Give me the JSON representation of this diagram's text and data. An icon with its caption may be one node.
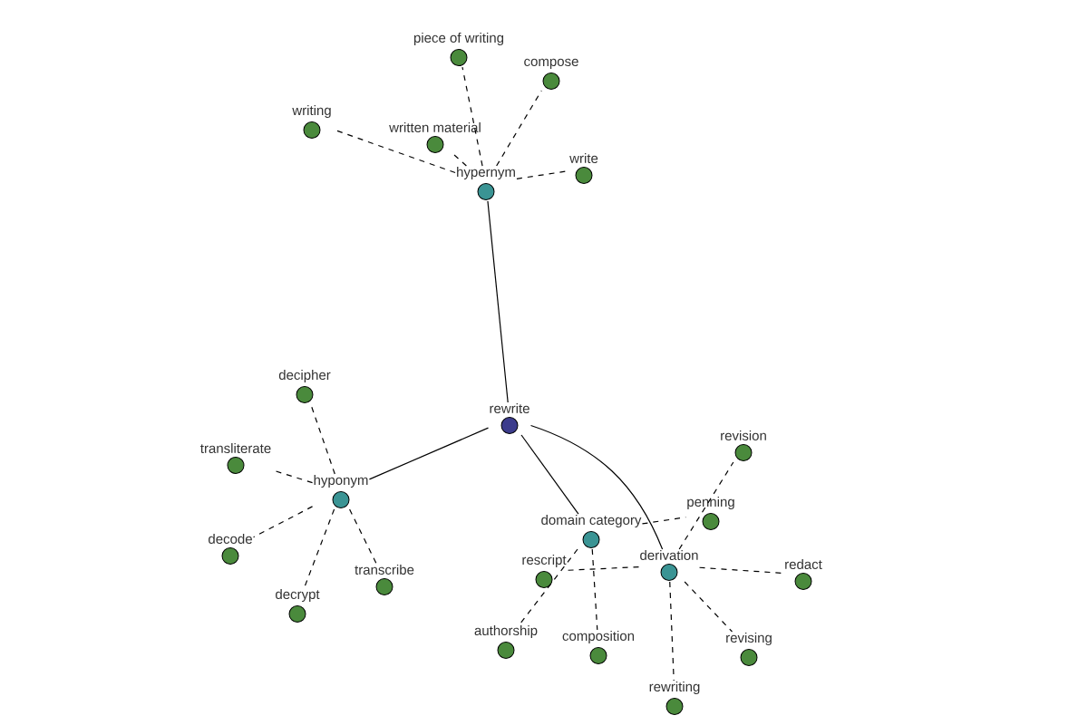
{
  "diagram": {
    "nodes": [
      {
        "text": [
          "rewrite"
        ]
      },
      {
        "text": [
          "hypernym"
        ]
      },
      {
        "text": [
          "piece of writing"
        ]
      },
      {
        "text": [
          "compose"
        ]
      },
      {
        "text": [
          "writing"
        ]
      },
      {
        "text": [
          "written material"
        ]
      },
      {
        "text": [
          "write"
        ]
      },
      {
        "text": [
          "hyponym"
        ]
      },
      {
        "text": [
          "decipher"
        ]
      },
      {
        "text": [
          "transliterate"
        ]
      },
      {
        "text": [
          "decode"
        ]
      },
      {
        "text": [
          "decrypt"
        ]
      },
      {
        "text": [
          "transcribe"
        ]
      },
      {
        "text": [
          "domain category"
        ]
      },
      {
        "text": [
          "derivation"
        ]
      },
      {
        "text": [
          "revision"
        ]
      },
      {
        "text": [
          "penning"
        ]
      },
      {
        "text": [
          "rescript"
        ]
      },
      {
        "text": [
          "authorship"
        ]
      },
      {
        "text": [
          "composition"
        ]
      },
      {
        "text": [
          "redact"
        ]
      },
      {
        "text": [
          "revising"
        ]
      },
      {
        "text": [
          "rewriting"
        ]
      }
    ],
    "edges": [
      {
        "from": 0,
        "to": 1,
        "arrow": "none"
      },
      {
        "from": 0,
        "to": 7,
        "arrow": "none"
      },
      {
        "from": 0,
        "to": 13,
        "arrow": "none"
      },
      {
        "from": 0,
        "to": 14,
        "arrow": "none"
      },
      {
        "from": 1,
        "to": 2,
        "arrow": "none",
        "style": "dashed"
      },
      {
        "from": 1,
        "to": 3,
        "arrow": "none",
        "style": "dashed"
      },
      {
        "from": 1,
        "to": 4,
        "arrow": "none",
        "style": "dashed"
      },
      {
        "from": 1,
        "to": 5,
        "arrow": "none",
        "style": "dashed"
      },
      {
        "from": 1,
        "to": 6,
        "arrow": "none",
        "style": "dashed"
      },
      {
        "from": 7,
        "to": 8,
        "arrow": "none",
        "style": "dashed"
      },
      {
        "from": 7,
        "to": 9,
        "arrow": "none",
        "style": "dashed"
      },
      {
        "from": 7,
        "to": 10,
        "arrow": "none",
        "style": "dashed"
      },
      {
        "from": 7,
        "to": 11,
        "arrow": "none",
        "style": "dashed"
      },
      {
        "from": 7,
        "to": 12,
        "arrow": "none",
        "style": "dashed"
      },
      {
        "from": 13,
        "to": 16,
        "arrow": "none",
        "style": "dashed"
      },
      {
        "from": 13,
        "to": 18,
        "arrow": "none",
        "style": "dashed"
      },
      {
        "from": 13,
        "to": 19,
        "arrow": "none",
        "style": "dashed"
      },
      {
        "from": 14,
        "to": 15,
        "arrow": "none",
        "style": "dashed"
      },
      {
        "from": 14,
        "to": 17,
        "arrow": "none",
        "style": "dashed"
      },
      {
        "from": 14,
        "to": 20,
        "arrow": "none",
        "style": "dashed"
      },
      {
        "from": 14,
        "to": 21,
        "arrow": "none",
        "style": "dashed"
      },
      {
        "from": 14,
        "to": 22,
        "arrow": "none",
        "style": "dashed"
      }
    ]
  }
}
